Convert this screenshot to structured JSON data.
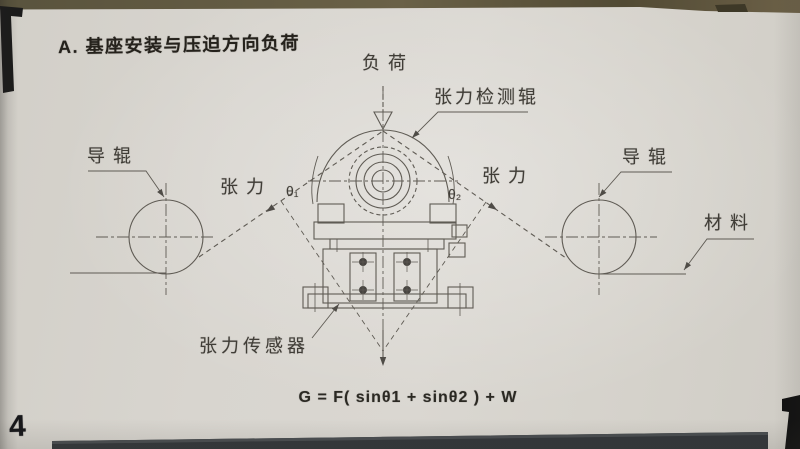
{
  "page": {
    "section_title": "A. 基座安装与压迫方向负荷",
    "page_number": "4",
    "formula": "G = F( sinθ1 + sinθ2 ) + W"
  },
  "diagram": {
    "labels": {
      "load": "负荷",
      "detection_roller": "张力检测辊",
      "guide_roller": "导辊",
      "tension": "张力",
      "theta1": "θ₁",
      "theta2": "θ₂",
      "material": "材料",
      "sensor": "张力传感器"
    }
  },
  "colors": {
    "paper": "#d8d5ce",
    "ink": "#5f5b54",
    "label-ink": "#403d37",
    "title-ink": "#25221c",
    "top-bar": "#615a42",
    "bottom-bar": "#33373a",
    "tab-black": "#111111"
  }
}
